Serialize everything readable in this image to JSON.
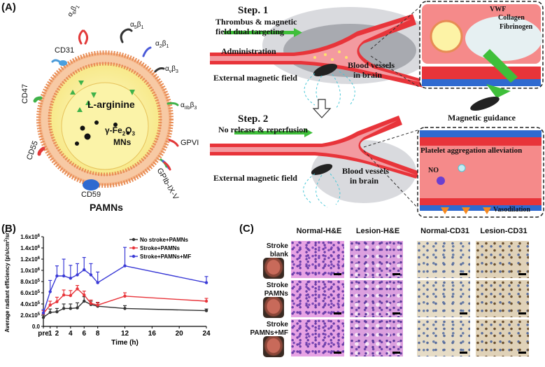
{
  "panel_labels": {
    "a": "(A)",
    "b": "(B)",
    "c": "(C)"
  },
  "pamn": {
    "title": "PAMNs",
    "core_drug": "L-arginine",
    "core_particle_1": "γ-Fe",
    "core_particle_sub1": "2",
    "core_particle_2": "O",
    "core_particle_sub2": "3",
    "core_particle_line2": "MNs",
    "receptors": {
      "a6b1": "α6β1",
      "a6b1_main": "α",
      "a6b1_sub1": "6",
      "a6b1_b": "β",
      "a6b1_sub2": "1",
      "a5b1_main": "α",
      "a5b1_sub1": "5",
      "a5b1_b": "β",
      "a5b1_sub2": "1",
      "a2b1_main": "α",
      "a2b1_sub1": "2",
      "a2b1_b": "β",
      "a2b1_sub2": "1",
      "avb3_main": "α",
      "avb3_sub1": "v",
      "avb3_b": "β",
      "avb3_sub2": "3",
      "aiib3_main": "α",
      "aiib3_sub1": "IIb",
      "aiib3_b": "β",
      "aiib3_sub2": "3",
      "cd31": "CD31",
      "cd47": "CD47",
      "cd55": "CD55",
      "cd59": "CD59",
      "gpvi": "GPVI",
      "gpib": "GPIb-IX-V"
    }
  },
  "step1": {
    "title": "Step. 1",
    "subtitle_line1": "Thrombus & magnetic",
    "subtitle_line2": "field dual targeting",
    "administration": "Administration",
    "ext_field": "External magnetic field",
    "vessels_line1": "Blood vessels",
    "vessels_line2": "in brain"
  },
  "inset1": {
    "vwf": "VWF",
    "collagen": "Collagen",
    "fibrinogen": "Fibrinogen"
  },
  "magnetic_guidance": "Magnetic guidance",
  "step2": {
    "title": "Step. 2",
    "subtitle": "No release & reperfusion",
    "ext_field": "External magnetic field",
    "vessels_line1": "Blood vessels",
    "vessels_line2": "in brain"
  },
  "inset2": {
    "title": "Platelet aggregation alleviation",
    "no": "NO",
    "vasodilation": "Vasodilation"
  },
  "histology": {
    "columns": [
      "Normal-H&E",
      "Lesion-H&E",
      "Normal-CD31",
      "Lesion-CD31"
    ],
    "rows": [
      {
        "line1": "Stroke",
        "line2": "blank"
      },
      {
        "line1": "Stroke",
        "line2": "PAMNs"
      },
      {
        "line1": "Stroke",
        "line2": "PAMNs+MF"
      }
    ]
  },
  "colors": {
    "black_series": "#333333",
    "red_series": "#e8343a",
    "blue_series": "#3a3ad6",
    "vessel": "#e8343a"
  },
  "chart_data": {
    "type": "line",
    "x": [
      "pre",
      1,
      2,
      3,
      4,
      5,
      6,
      7,
      8,
      12,
      24
    ],
    "x_numeric": [
      0,
      1,
      2,
      3,
      4,
      5,
      6,
      7,
      8,
      12,
      24
    ],
    "xlabel": "Time (h)",
    "ylabel": "Average radiant efficiency (p/s/cm²/sr)",
    "ylabel_text": "Average radiant efficiency (p/s/cm",
    "ylabel_sup": "2",
    "ylabel_tail": "/sr)",
    "ylim": [
      0,
      1600000
    ],
    "yticks": [
      {
        "value": 0,
        "label": "0.0"
      },
      {
        "value": 200000,
        "label": "2.0x10",
        "exp": "5"
      },
      {
        "value": 400000,
        "label": "4.0x10",
        "exp": "5"
      },
      {
        "value": 600000,
        "label": "6.0x10",
        "exp": "5"
      },
      {
        "value": 800000,
        "label": "8.0x10",
        "exp": "5"
      },
      {
        "value": 1000000,
        "label": "1.0x10",
        "exp": "6"
      },
      {
        "value": 1200000,
        "label": "1.2x10",
        "exp": "6"
      },
      {
        "value": 1400000,
        "label": "1.4x10",
        "exp": "6"
      },
      {
        "value": 1600000,
        "label": "1.6x10",
        "exp": "6"
      }
    ],
    "xticks": [
      "pre",
      "1",
      "2",
      "4",
      "6",
      "8",
      "12",
      "16",
      "20",
      "24"
    ],
    "xtick_values": [
      0,
      1,
      2,
      4,
      6,
      8,
      12,
      16,
      20,
      24
    ],
    "legend_position": "top-right",
    "series": [
      {
        "name": "No stroke+PAMNs",
        "color": "#333333",
        "values": [
          160000,
          250000,
          260000,
          320000,
          320000,
          330000,
          450000,
          390000,
          360000,
          320000,
          280000
        ],
        "errors": [
          40000,
          60000,
          60000,
          80000,
          80000,
          90000,
          80000,
          60000,
          60000,
          50000,
          30000
        ]
      },
      {
        "name": "Stroke+PAMNs",
        "color": "#e8343a",
        "values": [
          230000,
          380000,
          440000,
          560000,
          550000,
          670000,
          560000,
          410000,
          380000,
          540000,
          450000
        ],
        "errors": [
          50000,
          70000,
          80000,
          90000,
          90000,
          60000,
          70000,
          60000,
          50000,
          60000,
          50000
        ]
      },
      {
        "name": "Stroke+PAMNs+MF",
        "color": "#3a3ad6",
        "values": [
          240000,
          620000,
          900000,
          900000,
          860000,
          920000,
          1010000,
          920000,
          780000,
          1080000,
          780000
        ],
        "errors": [
          60000,
          200000,
          180000,
          300000,
          230000,
          200000,
          220000,
          200000,
          190000,
          330000,
          110000
        ]
      }
    ]
  }
}
